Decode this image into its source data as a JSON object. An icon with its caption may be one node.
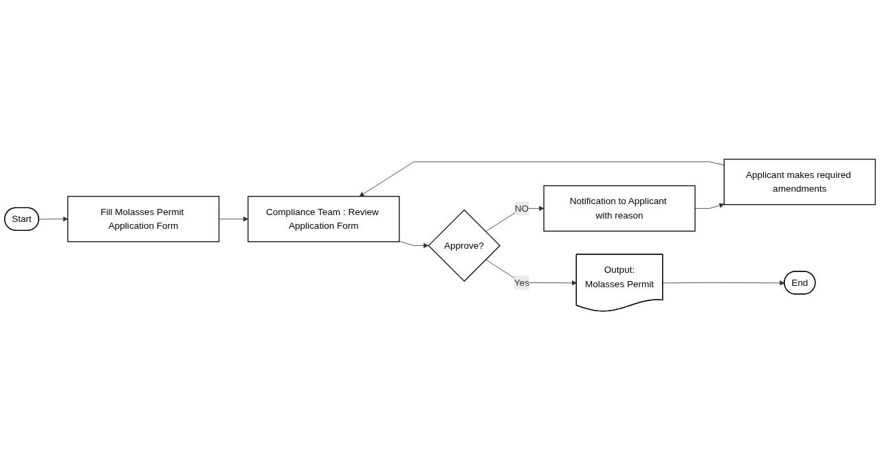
{
  "diagram": {
    "nodes": [
      {
        "text": [
          "Start"
        ]
      },
      {
        "text": [
          "Fill Molasses Permit Application Form"
        ]
      },
      {
        "text": [
          "Applicant makes required amendments"
        ]
      },
      {
        "text": [
          "Notification to Applicant with reason"
        ]
      },
      {
        "text": [
          "Output:",
          "Molasses Permit"
        ]
      },
      {
        "text": [
          "End"
        ]
      },
      {
        "text": [
          "Compliance Team : Review Application Form"
        ]
      },
      {
        "text": [
          "Approve?"
        ]
      }
    ],
    "edges": [
      {
        "from": 0,
        "to": 1,
        "arrow": "to"
      },
      {
        "from": 1,
        "to": 6,
        "arrow": "to"
      },
      {
        "from": 2,
        "to": 6,
        "arrow": "to"
      },
      {
        "from": 6,
        "to": 7,
        "arrow": "to"
      },
      {
        "from": 7,
        "to": 3,
        "arrow": "to",
        "label": "NO"
      },
      {
        "from": 3,
        "to": 2,
        "arrow": "to"
      },
      {
        "from": 7,
        "to": 4,
        "arrow": "to",
        "label": "Yes"
      },
      {
        "from": 4,
        "to": 5,
        "arrow": "to"
      }
    ]
  }
}
